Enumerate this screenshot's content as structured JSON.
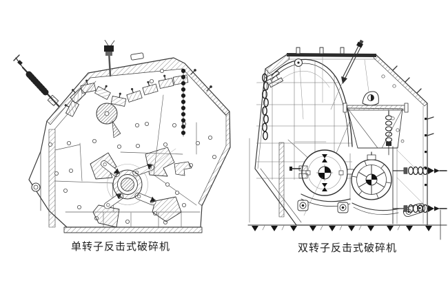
{
  "page": {
    "background_color": "#ffffff",
    "ink_color": "#3a3a3a",
    "hatch_color": "#777777",
    "dark_fill_color": "#1c1c1c"
  },
  "figures": [
    {
      "id": "single-rotor-impact-crusher",
      "type": "technical-line-drawing",
      "caption": "单转子反击式破碎机"
    },
    {
      "id": "double-rotor-impact-crusher",
      "type": "technical-line-drawing",
      "caption": "双转子反击式破碎机"
    }
  ]
}
